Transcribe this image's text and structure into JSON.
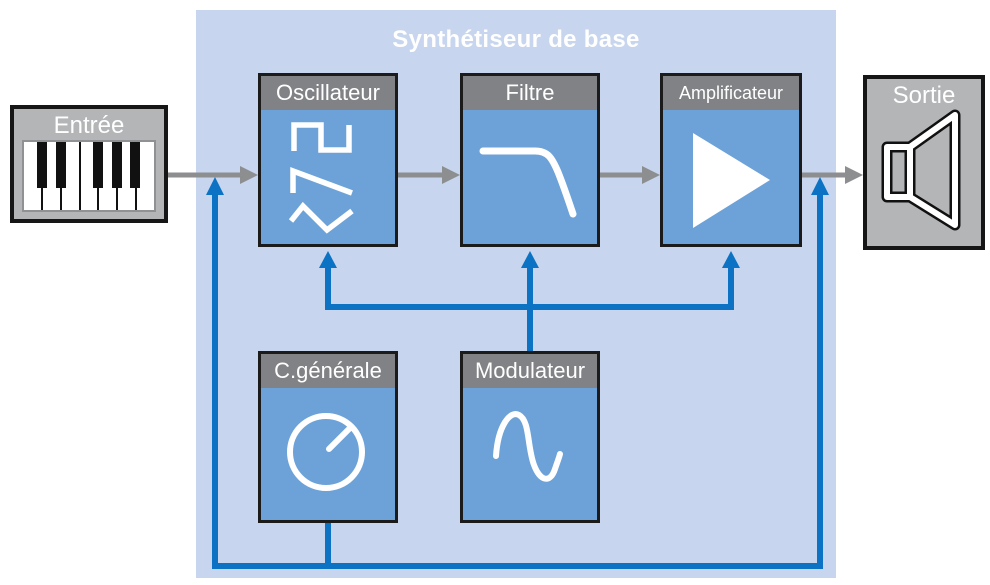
{
  "title": "Synthétiseur de base",
  "input": {
    "label": "Entrée",
    "icon": "piano-keyboard-icon"
  },
  "output": {
    "label": "Sortie",
    "icon": "speaker-icon"
  },
  "modules": {
    "oscillator": {
      "label": "Oscillateur",
      "icon": "waveforms-icon"
    },
    "filter": {
      "label": "Filtre",
      "icon": "lowpass-curve-icon"
    },
    "amplifier": {
      "label": "Amplificateur",
      "icon": "play-triangle-icon"
    },
    "master_control": {
      "label": "C.générale",
      "icon": "knob-icon"
    },
    "modulator": {
      "label": "Modulateur",
      "icon": "sine-wave-icon"
    }
  },
  "connections": {
    "signal_flow": [
      {
        "from": "Entrée",
        "to": "Oscillateur",
        "type": "audio"
      },
      {
        "from": "Oscillateur",
        "to": "Filtre",
        "type": "audio"
      },
      {
        "from": "Filtre",
        "to": "Amplificateur",
        "type": "audio"
      },
      {
        "from": "Amplificateur",
        "to": "Sortie",
        "type": "audio"
      }
    ],
    "control_flow": [
      {
        "from": "Modulateur",
        "to": "Oscillateur",
        "type": "modulation"
      },
      {
        "from": "Modulateur",
        "to": "Filtre",
        "type": "modulation"
      },
      {
        "from": "Modulateur",
        "to": "Amplificateur",
        "type": "modulation"
      },
      {
        "from": "C.générale",
        "to": "signal d'entrée",
        "type": "control"
      },
      {
        "from": "C.générale",
        "to": "signal de sortie",
        "type": "control"
      }
    ]
  },
  "colors": {
    "canvas_bg": "#ffffff",
    "container_bg": "#c7d5ee",
    "module_bg": "#6ca2d8",
    "header_bg": "#808285",
    "io_bg": "#b3b5b7",
    "border_dark": "#1b1b1b",
    "signal_gray": "#8c8e90",
    "control_blue": "#0b72c4",
    "icon_white": "#ffffff"
  }
}
